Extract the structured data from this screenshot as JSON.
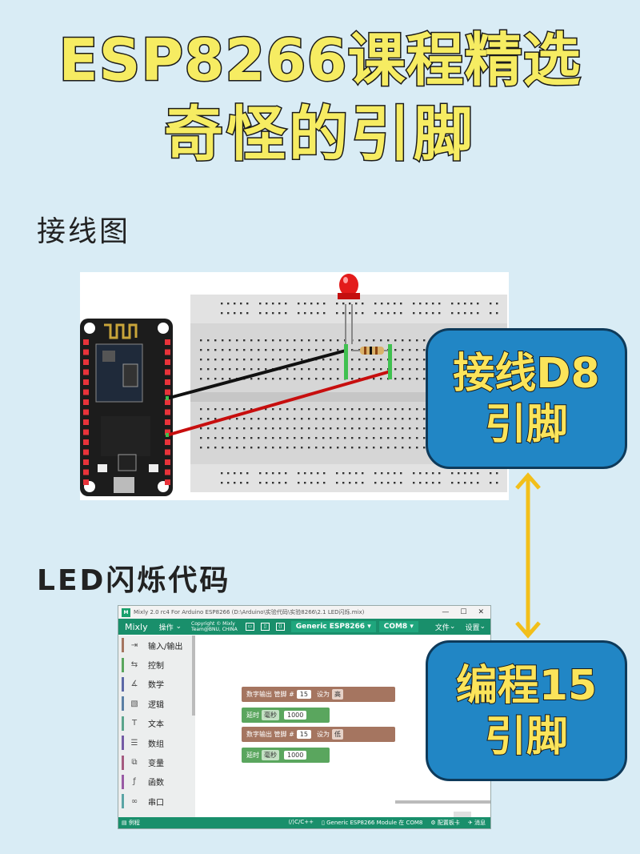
{
  "header": {
    "title_line1": "ESP8266课程精选",
    "title_line2": "奇怪的引脚"
  },
  "sections": {
    "wiring_label": "接线图",
    "code_label": "LED闪烁代码"
  },
  "callouts": {
    "wiring_line1": "接线D8",
    "wiring_line2": "引脚",
    "code_line1": "编程15",
    "code_line2": "引脚"
  },
  "mixly": {
    "window_title": "Mixly 2.0 rc4 For Arduino ESP8266 (D:\\Arduino\\实验代码\\实验8266\\2.1 LED闪烁.mix)",
    "app_name": "Mixly",
    "menu_operate": "操作",
    "copyright_line1": "Copyright © Mixly",
    "copyright_line2": "Team@BNU, CHINA",
    "board_select": "Generic ESP8266",
    "port_select": "COM8",
    "menu_file": "文件",
    "menu_settings": "设置",
    "categories": [
      {
        "label": "输入/输出",
        "icon": "io-icon",
        "color": "#a57560",
        "glyph": "⇥"
      },
      {
        "label": "控制",
        "icon": "control-icon",
        "color": "#5aa65e",
        "glyph": "⇆"
      },
      {
        "label": "数学",
        "icon": "math-icon",
        "color": "#5c68a6",
        "glyph": "∡"
      },
      {
        "label": "逻辑",
        "icon": "logic-icon",
        "color": "#5b80a5",
        "glyph": "▧"
      },
      {
        "label": "文本",
        "icon": "text-icon",
        "color": "#5ba58c",
        "glyph": "T"
      },
      {
        "label": "数组",
        "icon": "array-icon",
        "color": "#745ba5",
        "glyph": "☰"
      },
      {
        "label": "变量",
        "icon": "variable-icon",
        "color": "#a55b80",
        "glyph": "⧉"
      },
      {
        "label": "函数",
        "icon": "function-icon",
        "color": "#995ba5",
        "glyph": "ƒ"
      },
      {
        "label": "串口",
        "icon": "serial-icon",
        "color": "#5ba5a5",
        "glyph": "∞"
      }
    ],
    "blocks": {
      "digital_out": "数字输出 管脚 #",
      "pin1": "15",
      "set_to": "设为",
      "level_high": "高",
      "delay": "延时",
      "unit": "毫秒",
      "delay_value1": "1000",
      "pin2": "15",
      "level_low": "低",
      "delay_value2": "1000"
    },
    "status": {
      "left": "例程",
      "lang": "C/C++",
      "board_info": "Generic ESP8266 Module 在 COM8",
      "config": "配置板卡",
      "messages": "消息"
    }
  },
  "colors": {
    "background": "#d9ecf5",
    "title_fill": "#f6ec62",
    "callout_bg": "#2186c5",
    "callout_text": "#fbe45a",
    "arrow": "#f2bf1a",
    "mixly_green": "#198f6b"
  }
}
